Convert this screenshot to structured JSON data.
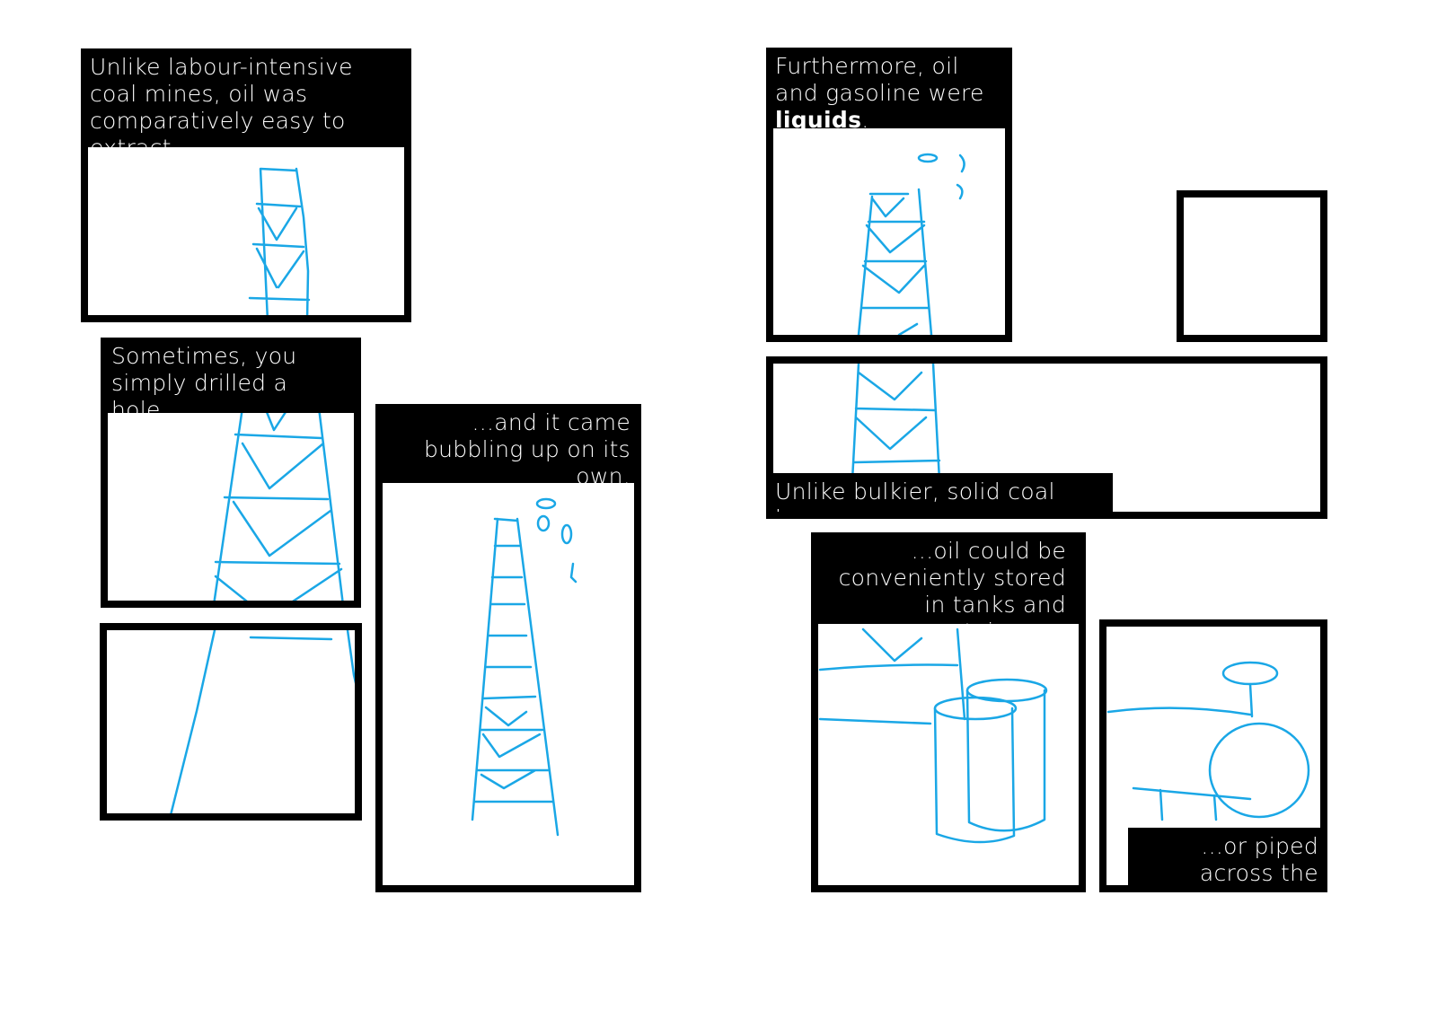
{
  "captions": {
    "p1": "Unlike labour-intensive coal mines, oil was comparatively easy to extract.",
    "p2": "Sometimes, you simply drilled a hole...",
    "p4": "...and it came bubbling up on its own.",
    "p5_a": "Furthermore, oil and gasoline were",
    "p5_b": "liquids",
    "p5_c": ".",
    "p7": "Unlike bulkier, solid coal lumps...",
    "p8": "...oil could be conveniently stored in tanks and containers...",
    "p9": "...or piped across the countryside."
  },
  "colors": {
    "ink": "#1aa7e6",
    "border": "#000000"
  }
}
